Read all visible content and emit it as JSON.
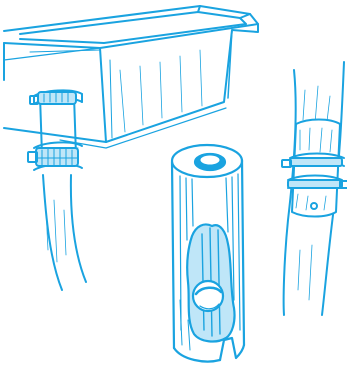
{
  "illustration": {
    "ink_color": "#1aa3e0",
    "light_fill": "#bfe6f8",
    "background": "#ffffff",
    "parts": {
      "sink": "sink-basin",
      "sink_drain_pipe": "drain-pipe",
      "sink_hose_clamps": "hose-clamps",
      "hose_with_clamps": "hose-with-clamps",
      "cutaway_cylinder": "cutaway-cylinder",
      "ball": "ball"
    }
  }
}
